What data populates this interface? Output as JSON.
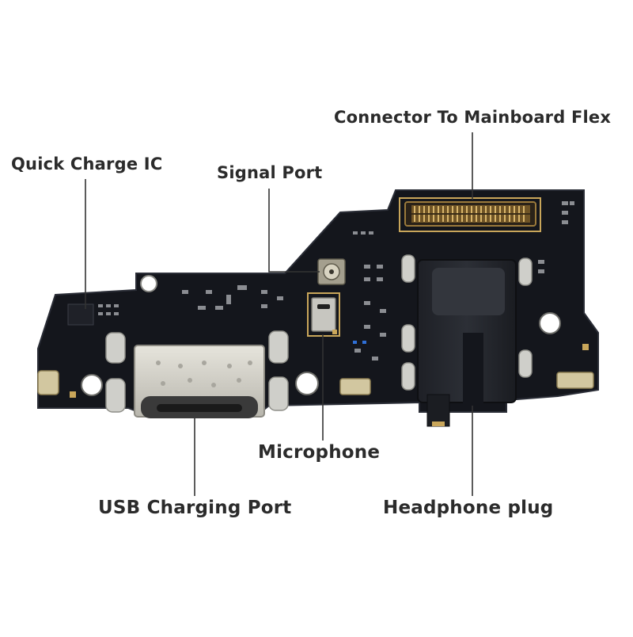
{
  "diagram": {
    "labels": {
      "connector": "Connector To Mainboard Flex",
      "quick_charge": "Quick Charge IC",
      "signal_port": "Signal Port",
      "microphone": "Microphone",
      "usb_port": "USB Charging Port",
      "headphone": "Headphone plug"
    },
    "colors": {
      "pcb": "#14161c",
      "pcb_edge": "#20232b",
      "gold": "#c9a65a",
      "silver": "#c9c9c4",
      "connector_gold": "#8a6a2e",
      "text": "#2b2b2b",
      "background": "#ffffff"
    }
  }
}
